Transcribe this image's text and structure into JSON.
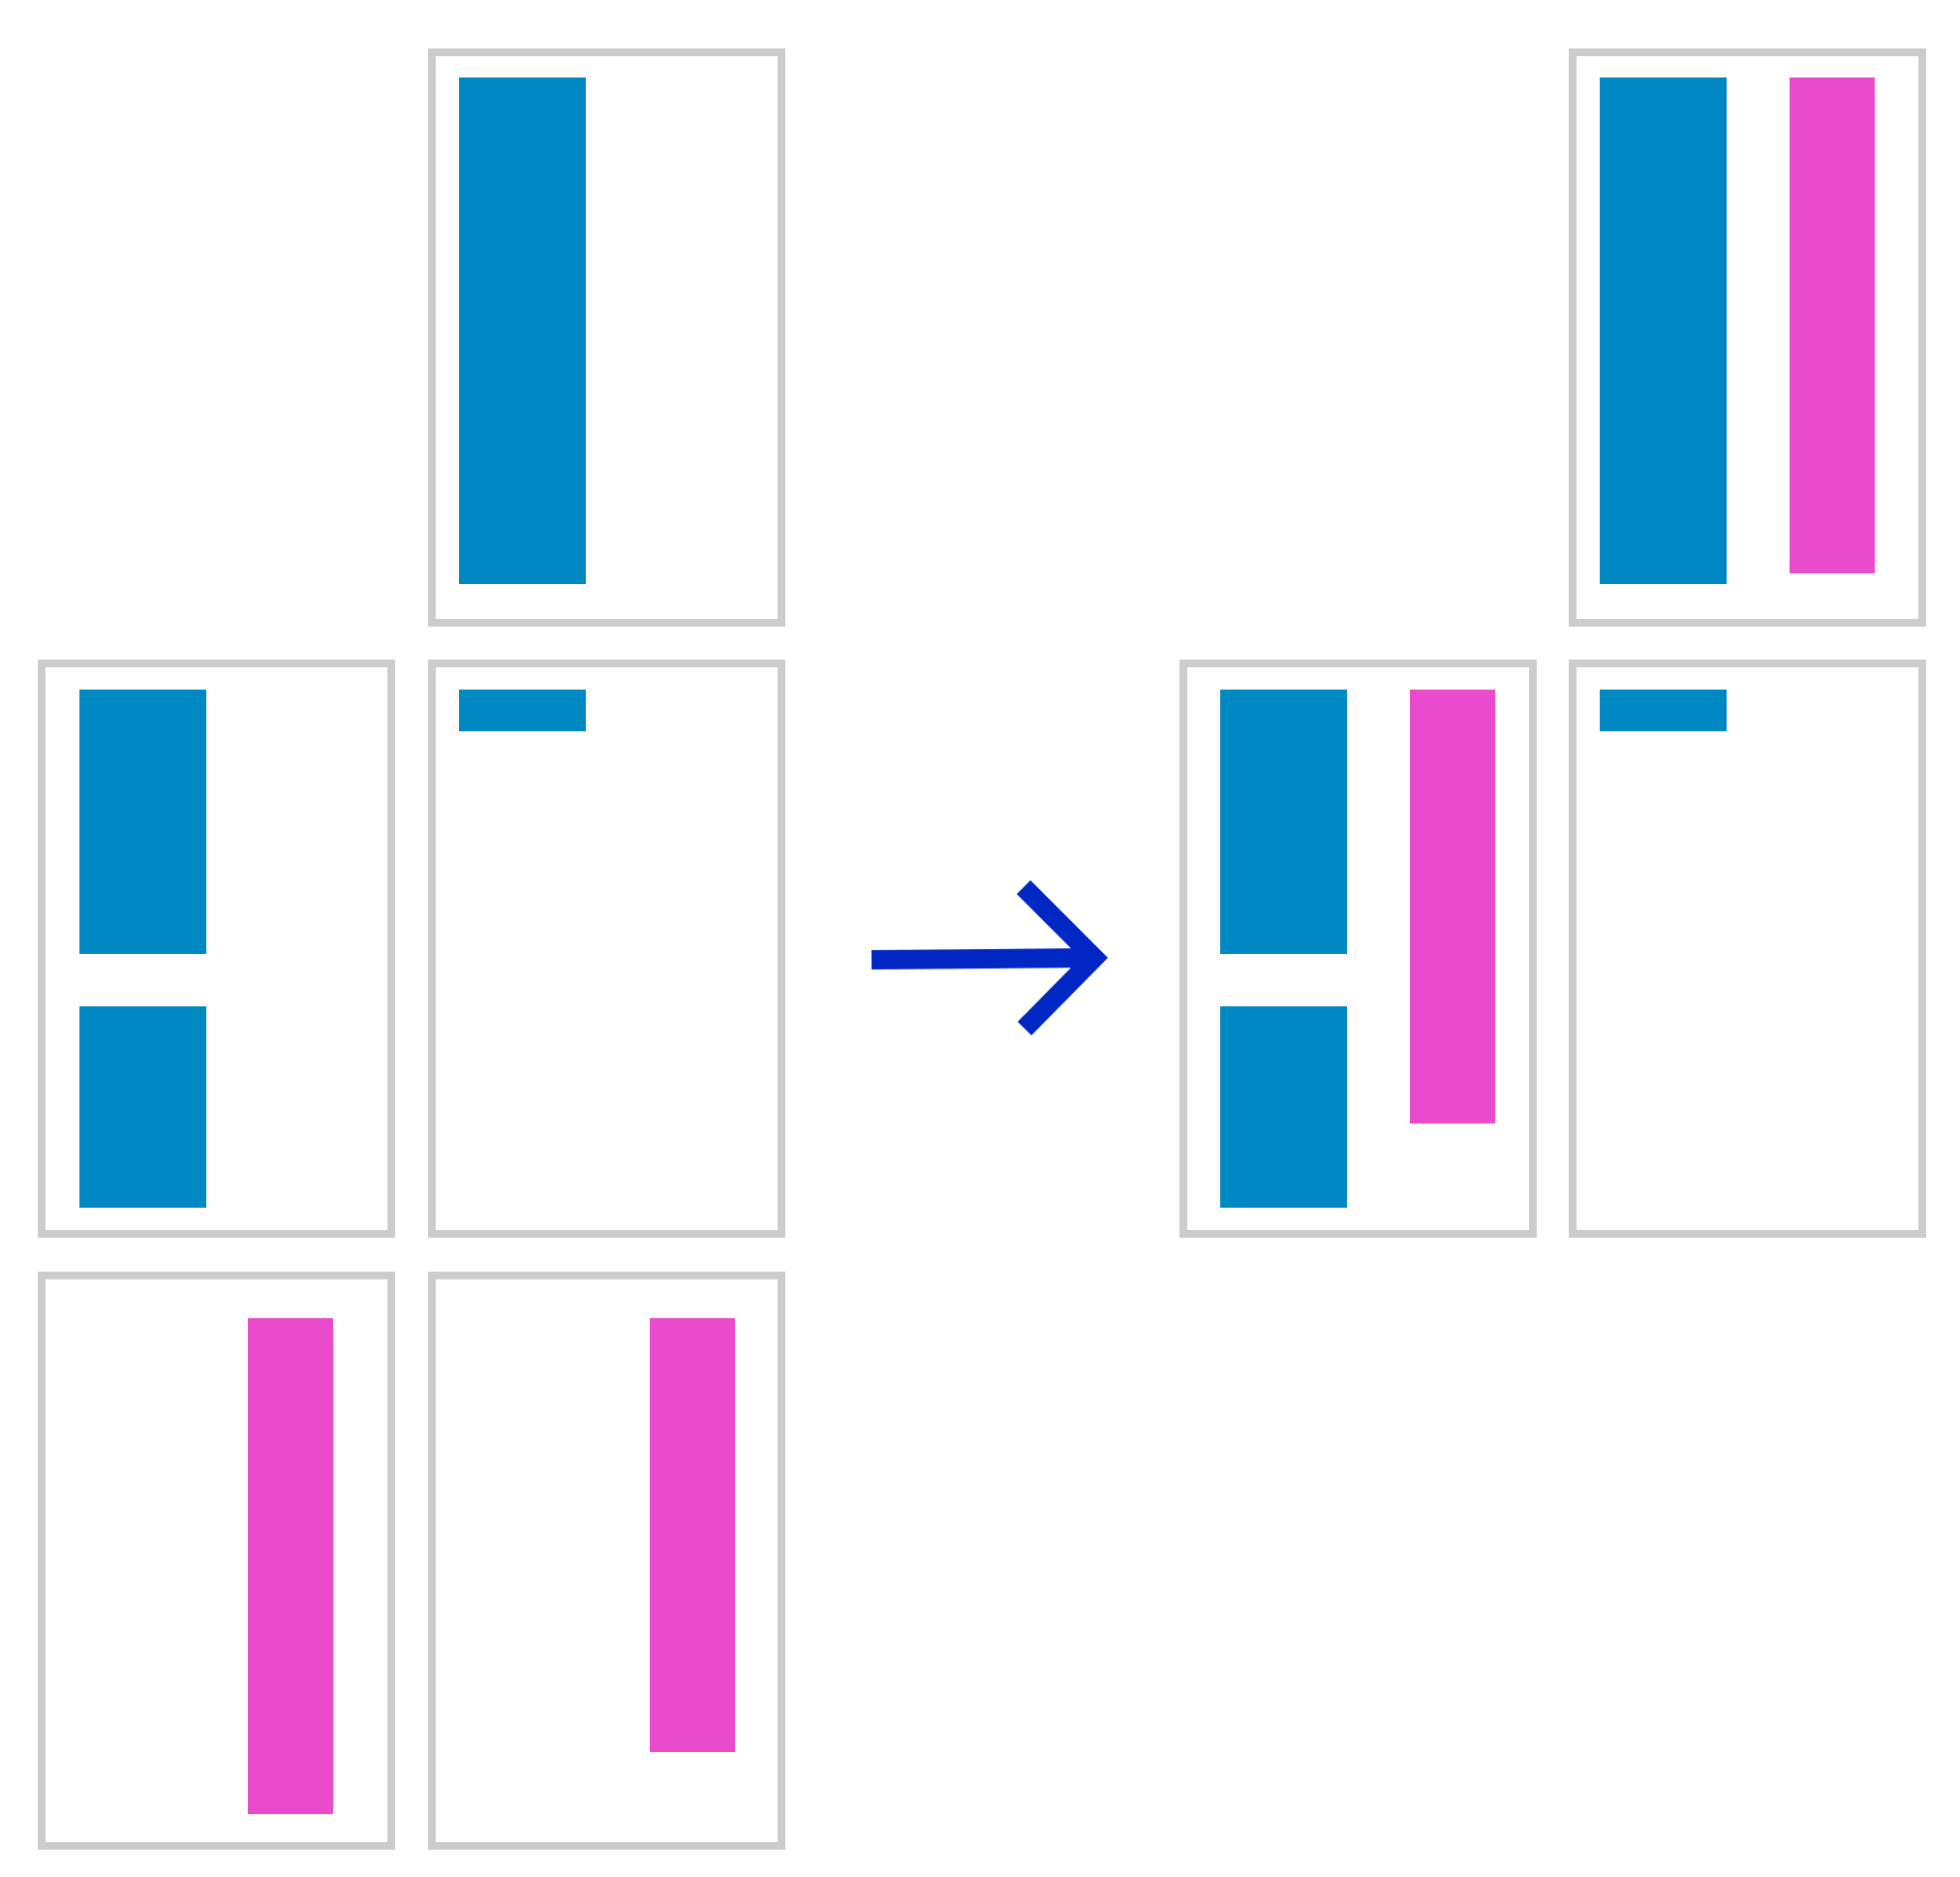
{
  "colors": {
    "panel_border": "#cccccc",
    "blue_bar": "#0088c2",
    "pink_bar": "#e94bcc",
    "arrow": "#0026c4"
  },
  "diagram": {
    "before_panels": [
      {
        "name": "before-top-page",
        "bars": [
          "blue-tall"
        ]
      },
      {
        "name": "before-mid-left-page",
        "bars": [
          "blue-upper",
          "blue-lower"
        ]
      },
      {
        "name": "before-mid-right-page",
        "bars": [
          "blue-short"
        ]
      },
      {
        "name": "before-bottom-left-page",
        "bars": [
          "pink-tall"
        ]
      },
      {
        "name": "before-bottom-right-page",
        "bars": [
          "pink-medium"
        ]
      }
    ],
    "arrow": {
      "direction": "right",
      "icon": "arrow-right-icon"
    },
    "after_panels": [
      {
        "name": "after-top-page",
        "bars": [
          "blue-tall",
          "pink-tall"
        ]
      },
      {
        "name": "after-mid-left-page",
        "bars": [
          "blue-upper",
          "blue-lower",
          "pink-medium"
        ]
      },
      {
        "name": "after-mid-right-page",
        "bars": [
          "blue-short"
        ]
      }
    ]
  }
}
